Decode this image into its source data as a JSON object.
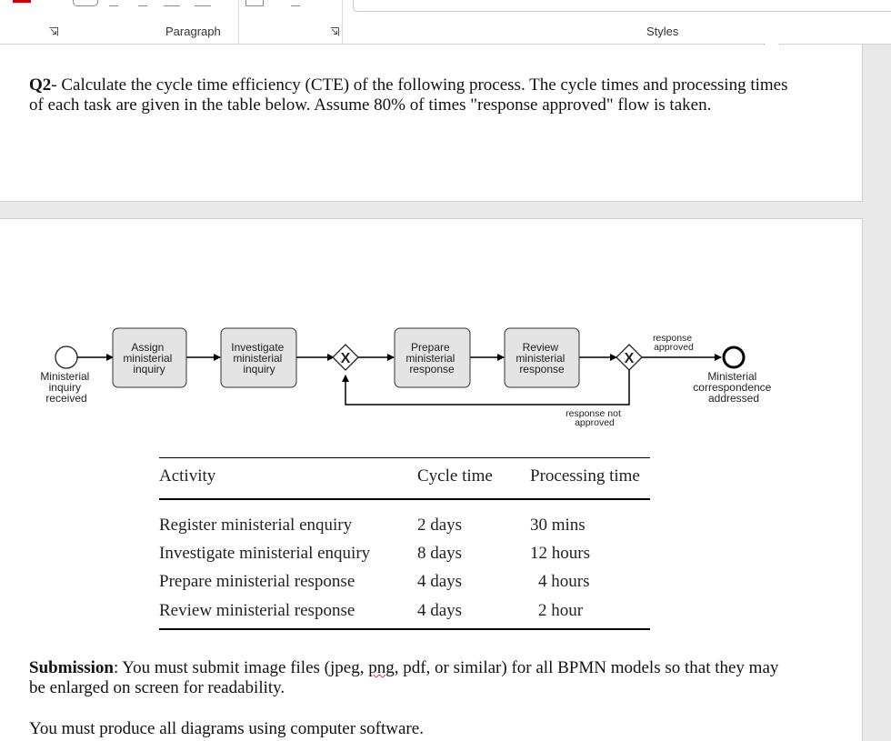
{
  "ribbon": {
    "paragraph_group_label": "Paragraph",
    "styles_group_label": "Styles"
  },
  "question": {
    "label": "Q2",
    "text": "- Calculate the cycle time efficiency (CTE) of the following process. The cycle times and processing times of each task are given in the table below. Assume 80% of times \"response approved\" flow is taken."
  },
  "bpmn": {
    "start_event_label": [
      "Ministerial",
      "inquiry",
      "received"
    ],
    "tasks": [
      {
        "lines": [
          "Assign",
          "ministerial",
          "inquiry"
        ]
      },
      {
        "lines": [
          "Investigate",
          "ministerial",
          "inquiry"
        ]
      },
      {
        "lines": [
          "Prepare",
          "ministerial",
          "response"
        ]
      },
      {
        "lines": [
          "Review",
          "ministerial",
          "response"
        ]
      }
    ],
    "gateway_symbol": "X",
    "approved_flow_label": [
      "response",
      "approved"
    ],
    "not_approved_flow_label": [
      "response not",
      "approved"
    ],
    "end_event_label": [
      "Ministerial",
      "correspondence",
      "addressed"
    ]
  },
  "table": {
    "headers": [
      "Activity",
      "Cycle time",
      "Processing time"
    ],
    "rows": [
      [
        "Register ministerial enquiry",
        "2 days",
        "30 mins"
      ],
      [
        "Investigate ministerial enquiry",
        "8 days",
        "12 hours"
      ],
      [
        "Prepare ministerial response",
        "4 days",
        "4 hours"
      ],
      [
        "Review ministerial response",
        "4 days",
        "2 hour"
      ]
    ]
  },
  "submission": {
    "label": "Submission",
    "text_before": ": You must submit image files (jpeg, ",
    "flagged_word": "png",
    "text_after": ", pdf, or similar) for all BPMN models so that they may be enlarged on screen for readability."
  },
  "note": "You must produce all diagrams using computer software."
}
